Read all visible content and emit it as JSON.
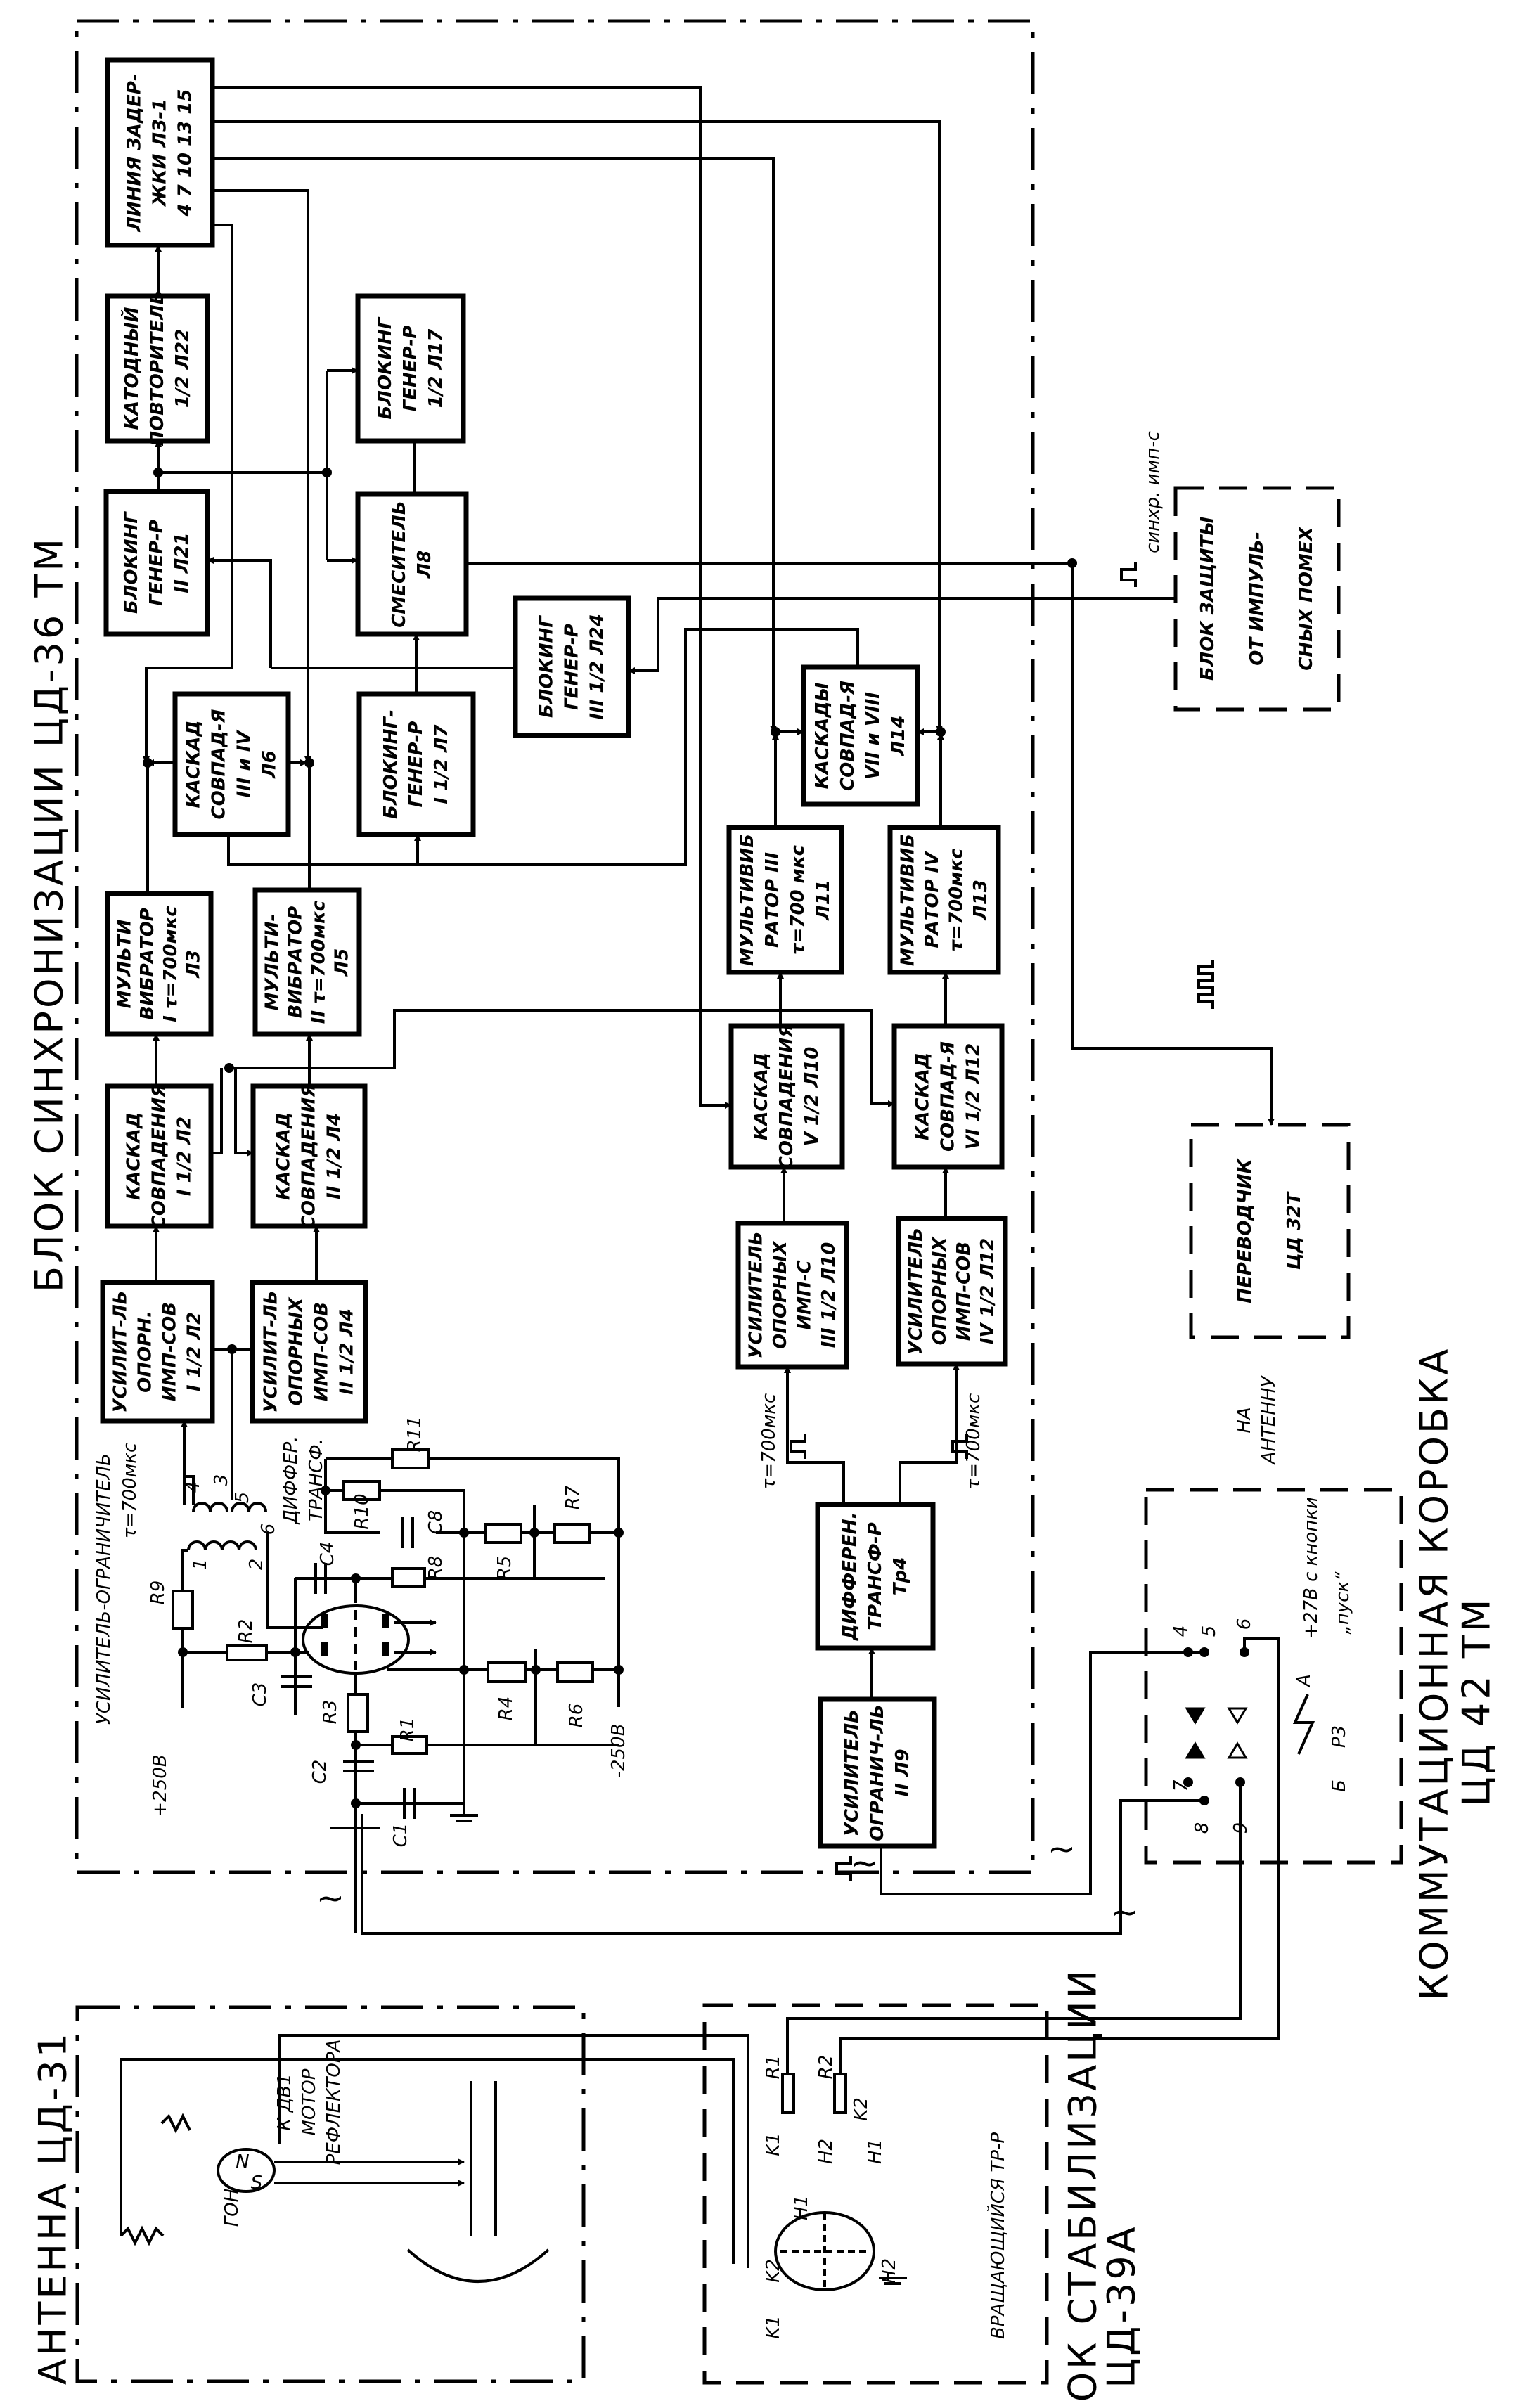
{
  "titles": {
    "sync_block": "БЛОК СИНХРОНИЗАЦИИ ЦД-36 ТМ",
    "antenna": "АНТЕННА ЦД-31",
    "stab_block_1": "БЛОК СТАБИЛИЗАЦИИ",
    "stab_block_2": "ЦД-39А",
    "switch_box_1": "КОММУТАЦИОННАЯ КОРОБКА",
    "switch_box_2": "ЦД 42 ТМ"
  },
  "blocks": [
    {
      "lines": [
        "ЛИНИЯ ЗАДЕР-",
        "ЖКИ ЛЗ-1",
        "4  7  10  13  15"
      ]
    },
    {
      "lines": [
        "КАТОДНЫЙ",
        "ПОВТОРИТЕЛЬ",
        "1/2 Л22"
      ]
    },
    {
      "lines": [
        "БЛОКИНГ",
        "ГЕНЕР-Р",
        "II Л21"
      ]
    },
    {
      "lines": [
        "БЛОКИНГ",
        "ГЕНЕР-Р",
        "1/2 Л17"
      ]
    },
    {
      "lines": [
        "СМЕСИТЕЛЬ",
        "Л8"
      ]
    },
    {
      "lines": [
        "БЛОКИНГ",
        "ГЕНЕР-Р",
        "III 1/2 Л24"
      ]
    },
    {
      "lines": [
        "КАСКАД",
        "СОВПАД-Я",
        "III и IV",
        "Л6"
      ]
    },
    {
      "lines": [
        "БЛОКИНГ-",
        "ГЕНЕР-Р",
        "I 1/2 Л7"
      ]
    },
    {
      "lines": [
        "МУЛЬТИ",
        "ВИБРАТОР",
        "I τ=700мкс",
        "Л3"
      ]
    },
    {
      "lines": [
        "МУЛЬТИ-",
        "ВИБРАТОР",
        "II τ=700мкс",
        "Л5"
      ]
    },
    {
      "lines": [
        "КАСКАД",
        "СОВПАДЕНИЯ",
        "I 1/2 Л2"
      ]
    },
    {
      "lines": [
        "КАСКАД",
        "СОВПАДЕНИЯ",
        "II 1/2 Л4"
      ]
    },
    {
      "lines": [
        "УСИЛИТ-ЛЬ",
        "ОПОРН.",
        "ИМП-СОВ",
        "I 1/2 Л2"
      ]
    },
    {
      "lines": [
        "УСИЛИТ-ЛЬ",
        "ОПОРНЫХ",
        "ИМП-СОВ",
        "II 1/2 Л4"
      ]
    },
    {
      "lines": [
        "КАСКАДЫ",
        "СОВПАД-Я",
        "VII и VIII",
        "Л14"
      ]
    },
    {
      "lines": [
        "МУЛЬТИВИБ",
        "РАТОР III",
        "τ=700 мкс",
        "Л11"
      ]
    },
    {
      "lines": [
        "МУЛЬТИВИБ",
        "РАТОР IV",
        "τ=700мкс",
        "Л13"
      ]
    },
    {
      "lines": [
        "КАСКАД",
        "СОВПАДЕНИЯ",
        "V 1/2 Л10"
      ]
    },
    {
      "lines": [
        "КАСКАД",
        "СОВПАД-Я",
        "VI 1/2 Л12"
      ]
    },
    {
      "lines": [
        "УСИЛИТЕЛЬ",
        "ОПОРНЫХ",
        "ИМП-С",
        "III 1/2 Л10"
      ]
    },
    {
      "lines": [
        "УСИЛИТЕЛЬ",
        "ОПОРНЫХ",
        "ИМП-СОВ",
        "IV 1/2 Л12"
      ]
    },
    {
      "lines": [
        "ДИФФЕРЕН.",
        "ТРАНСФ-Р",
        "Тр4"
      ]
    },
    {
      "lines": [
        "УСИЛИТЕЛЬ",
        "ОГРАНИЧ-ЛЬ",
        "II Л9"
      ]
    },
    {
      "lines": [
        "БЛОК ЗАЩИТЫ",
        "ОТ ИМПУЛЬ-",
        "СНЫХ ПОМЕХ"
      ]
    },
    {
      "lines": [
        "ПЕРЕВОДЧИК",
        "ЦД 32Т"
      ]
    }
  ],
  "labels": {
    "sync_pulse": "синхр. имп-с",
    "tau_left": "τ=700мкс",
    "tau_right": "τ=700мкс",
    "to_antenna_1": "НА",
    "to_antenna_2": "АНТЕННУ",
    "plus27_1": "+27В с кнопки",
    "plus27_2": "„пуск“",
    "relay": "Р3",
    "relay_a": "А",
    "relay_b": "Б",
    "pin4": "4",
    "pin5": "5",
    "pin6": "6",
    "pin7": "7",
    "pin8": "8",
    "pin9": "9",
    "amp_lim_title": "УСИЛИТЕЛЬ-ОГРАНИЧИТЕЛЬ",
    "amp_lim_tau": "τ=700мкс",
    "diff_tr_1": "ДИФФЕР.",
    "diff_tr_2": "ТРАНСФ.",
    "plus250": "+250В",
    "minus250": "-250В",
    "R1": "R1",
    "R2": "R2",
    "R3": "R3",
    "R4": "R4",
    "R5": "R5",
    "R6": "R6",
    "R7": "R7",
    "R8": "R8",
    "R9": "R9",
    "R10": "R10",
    "R11": "R11",
    "C1": "C1",
    "C2": "C2",
    "C3": "C3",
    "C4": "C4",
    "C8": "C8",
    "tp1": "1",
    "tp2": "2",
    "tp3": "3",
    "tp4": "4",
    "tp5": "5",
    "tp6": "6",
    "gon": "ГОН",
    "motor_1": "К ДВ1",
    "motor_2": "МОТОР",
    "motor_3": "РЕФЛЕКТОРА",
    "mag_n": "N",
    "mag_s": "S",
    "sR1": "R1",
    "sR2": "R2",
    "sK1a": "K1",
    "sK2a": "K2",
    "sH1a": "H1",
    "sH2a": "H2",
    "sK1b": "K1",
    "sK2b": "K2",
    "sH1b": "H1",
    "sH2b": "H2",
    "rot_tr": "ВРАЩАЮЩИЙСЯ ТР-Р",
    "ac1": "~",
    "ac2": "~",
    "ac3": "~",
    "ac4": "~"
  }
}
